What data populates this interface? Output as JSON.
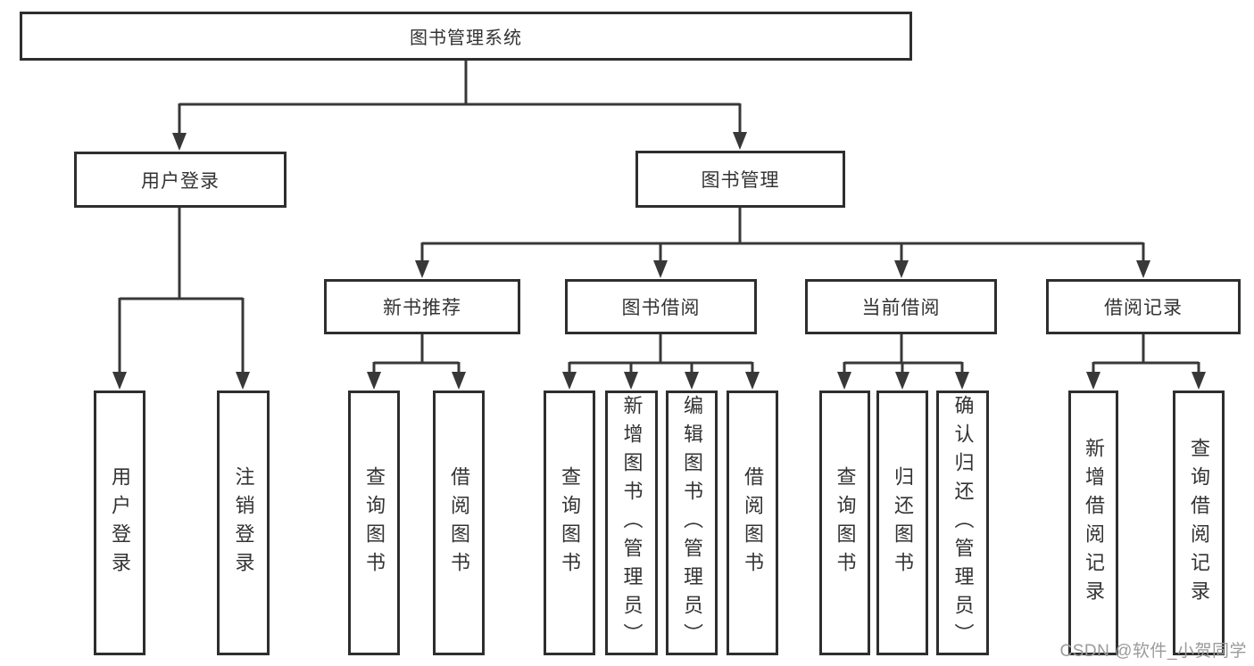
{
  "nodes": {
    "root": "图书管理系统",
    "user_login": "用户登录",
    "book_mgmt": "图书管理",
    "new_book": "新书推荐",
    "book_borrow": "图书借阅",
    "current_borrow": "当前借阅",
    "borrow_record": "借阅记录",
    "login_leaves": [
      "用户登录",
      "注销登录"
    ],
    "new_book_leaves": [
      "查询图书",
      "借阅图书"
    ],
    "book_borrow_leaves": [
      "查询图书",
      "新增图书（管理员）",
      "编辑图书（管理员）",
      "借阅图书"
    ],
    "current_borrow_leaves": [
      "查询图书",
      "归还图书",
      "确认归还（管理员）"
    ],
    "borrow_record_leaves": [
      "新增借阅记录",
      "查询借阅记录"
    ]
  },
  "watermark": "CSDN @软件_小贺同学",
  "colors": {
    "line": "#383838",
    "box_border": "#2e2e2e",
    "text": "#333333",
    "watermark": "#9b9b9b",
    "background": "#ffffff"
  }
}
